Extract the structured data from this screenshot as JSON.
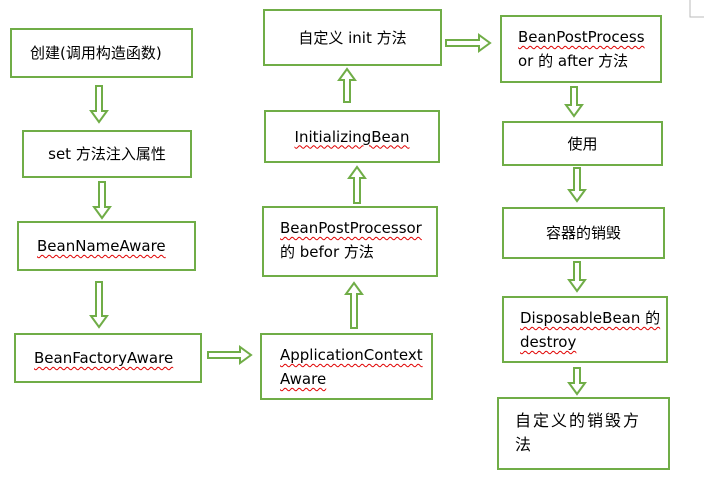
{
  "nodes": {
    "create": "创建(调用构造函数)",
    "set_props": "set 方法注入属性",
    "bean_name_aware": "BeanNameAware",
    "bean_factory_aware": "BeanFactoryAware",
    "app_ctx_aware_line1": "ApplicationContext",
    "app_ctx_aware_line2": "Aware",
    "bpp_before_line1": "BeanPostProcessor",
    "bpp_before_line2": "的 befor 方法",
    "initializing_bean": "InitializingBean",
    "custom_init": "自定义 init 方法",
    "bpp_after_line1": "BeanPostProcess",
    "bpp_after_line2": "or 的 after 方法",
    "use": "使用",
    "container_destroy": "容器的销毁",
    "disposable_line1": "DisposableBean 的",
    "disposable_line2": "destroy",
    "custom_destroy_line1": "自定义的销毁方",
    "custom_destroy_line2": "法"
  },
  "colors": {
    "border": "#70ad47",
    "arrow_fill": "#ffffff",
    "arrow_stroke": "#70ad47",
    "spell_underline": "#e00000"
  }
}
